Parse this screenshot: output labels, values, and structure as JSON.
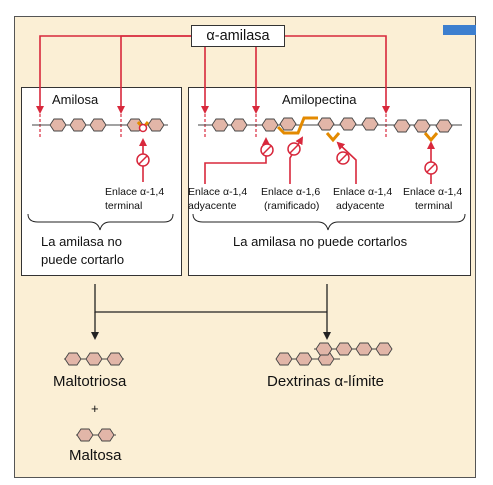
{
  "enzyme": "α-amilasa",
  "panels": {
    "amylose": {
      "title": "Amilosa",
      "bond_label_1": "Enlace α-1,4",
      "bond_label_2": "terminal",
      "note_1": "La amilasa no",
      "note_2": "puede cortarlo"
    },
    "amylopectin": {
      "title": "Amilopectina",
      "bonds": [
        {
          "line1": "Enlace α-1,4",
          "line2": "adyacente"
        },
        {
          "line1": "Enlace α-1,6",
          "line2": "(ramificado)"
        },
        {
          "line1": "Enlace α-1,4",
          "line2": "adyacente"
        },
        {
          "line1": "Enlace α-1,4",
          "line2": "terminal"
        }
      ],
      "note": "La amilasa no puede cortarlos"
    }
  },
  "products": {
    "maltotriose": "Maltotriosa",
    "plus": "+",
    "maltose": "Maltosa",
    "dextrins": "Dextrinas α-límite"
  },
  "colors": {
    "arrow": "#d8283c",
    "highlight": "#e38a00",
    "background": "#fbefd5",
    "ring_fill": "#e2b6a8",
    "accent_tab": "#3d7fcf"
  }
}
